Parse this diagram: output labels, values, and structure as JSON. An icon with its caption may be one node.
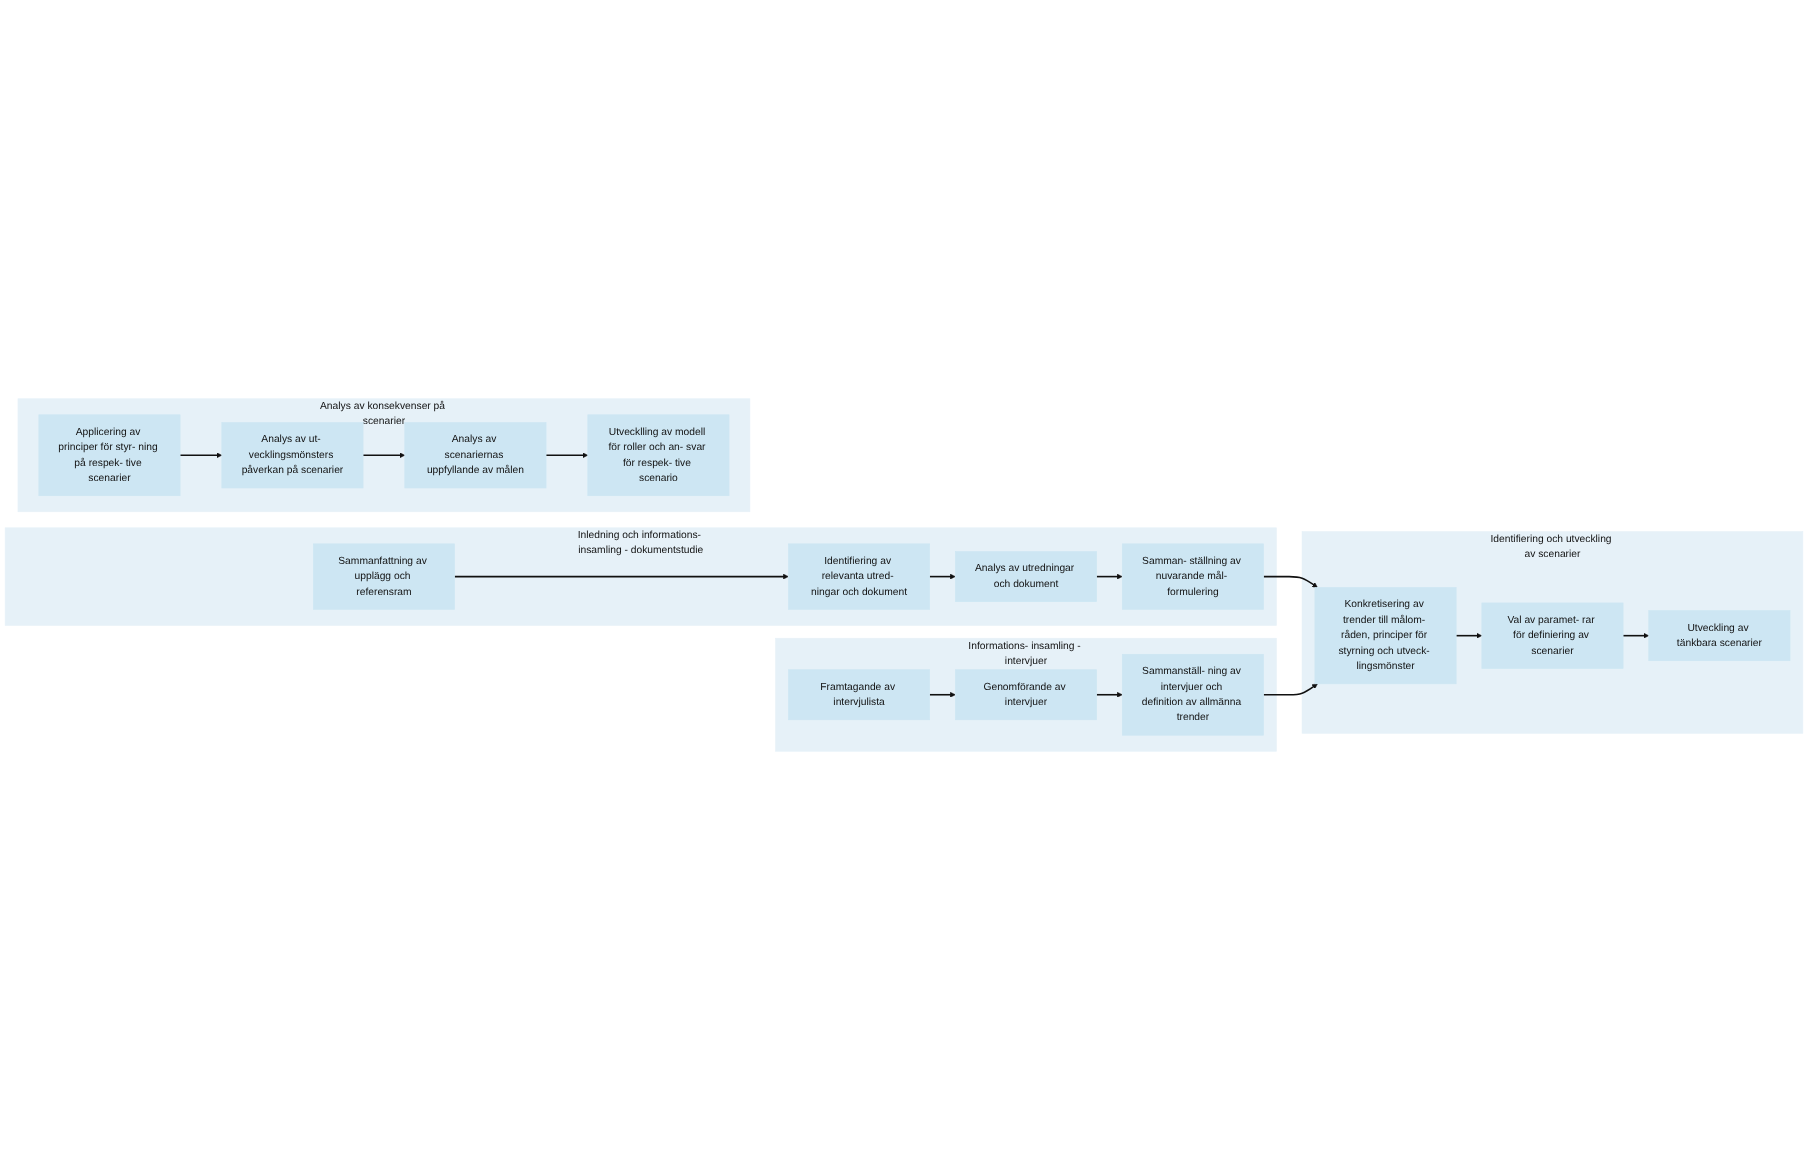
{
  "diagram": {
    "nodes": [
      {
        "text": [
          "Inledning och informations- insamling - dokumentstudie"
        ]
      },
      {
        "text": [
          "Sammanfattning av upplägg och referensram"
        ],
        "in": 0
      },
      {
        "text": [
          "Identifiering av relevanta utred- ningar och dokument"
        ],
        "in": 0
      },
      {
        "text": [
          "Analys av utredningar och dokument"
        ],
        "in": 0
      },
      {
        "text": [
          "Samman- ställning av nuvarande mål- formulering"
        ],
        "in": 0
      },
      {
        "text": [
          "Informations- insamling - intervjuer"
        ]
      },
      {
        "text": [
          "Framtagande av intervjulista"
        ],
        "in": 5
      },
      {
        "text": [
          "Genomförande av intervjuer"
        ],
        "in": 5
      },
      {
        "text": [
          "Sammanställ- ning av intervjuer och definition av allmänna trender"
        ],
        "in": 5
      },
      {
        "text": [
          "Identifiering och utveckling av scenarier"
        ]
      },
      {
        "text": [
          "Konkretisering av trender till målom- råden, principer för styrning och utveck- lingsmönster"
        ],
        "in": 9
      },
      {
        "text": [
          "Val av paramet- rar för definiering av scenarier"
        ],
        "in": 9
      },
      {
        "text": [
          "Utveckling av tänkbara scenarier"
        ],
        "in": 9
      },
      {
        "text": [
          "Analys av konsekvenser på scenarier"
        ]
      },
      {
        "text": [
          "Applicering av principer för styr- ning på respek- tive scenarier"
        ],
        "in": 13
      },
      {
        "text": [
          "Analys av ut- vecklingsmönsters påverkan på scenarier"
        ],
        "in": 13
      },
      {
        "text": [
          "Analys av scenariernas uppfyllande av målen"
        ],
        "in": 13
      },
      {
        "text": [
          "Utvecklling av modell för roller och an- svar för respek- tive scenario"
        ],
        "in": 13
      }
    ],
    "edges": [
      {
        "from": 1,
        "to": 2,
        "arrow": "to"
      },
      {
        "from": 2,
        "to": 3,
        "arrow": "to"
      },
      {
        "from": 3,
        "to": 4,
        "arrow": "to"
      },
      {
        "from": 4,
        "to": 10,
        "arrow": "to"
      },
      {
        "from": 6,
        "to": 7,
        "arrow": "to"
      },
      {
        "from": 7,
        "to": 8,
        "arrow": "to"
      },
      {
        "from": 8,
        "to": 10,
        "arrow": "to"
      },
      {
        "from": 10,
        "to": 11,
        "arrow": "to"
      },
      {
        "from": 11,
        "to": 12,
        "arrow": "to"
      },
      {
        "from": 14,
        "to": 15,
        "arrow": "to"
      },
      {
        "from": 15,
        "to": 16,
        "arrow": "to"
      },
      {
        "from": 16,
        "to": 17,
        "arrow": "to"
      }
    ]
  }
}
